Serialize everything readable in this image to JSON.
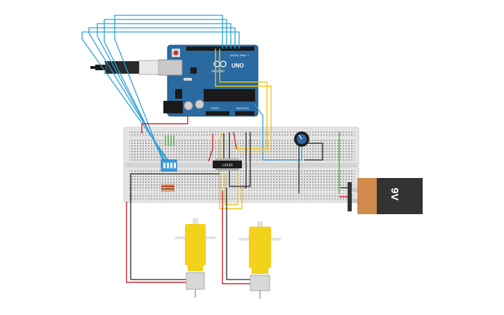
{
  "arduino": {
    "brand": "ARDUINO",
    "model": "UNO",
    "header_digital": "DIGITAL (PWM ~)",
    "header_power": "POWER",
    "header_analog": "ANALOG IN"
  },
  "driver_chip": {
    "label": "L293D"
  },
  "battery": {
    "label": "9V"
  },
  "colors": {
    "breadboard": "#e4e4e4",
    "arduino_board": "#2a6aa0",
    "wire_blue": "#2a9fd6",
    "wire_yellow": "#f2c418",
    "wire_red": "#d2232a",
    "wire_black": "#222222",
    "wire_green": "#38a838",
    "motor_yellow": "#f2d21a",
    "battery_orange": "#d08a4a",
    "battery_body": "#333333"
  }
}
